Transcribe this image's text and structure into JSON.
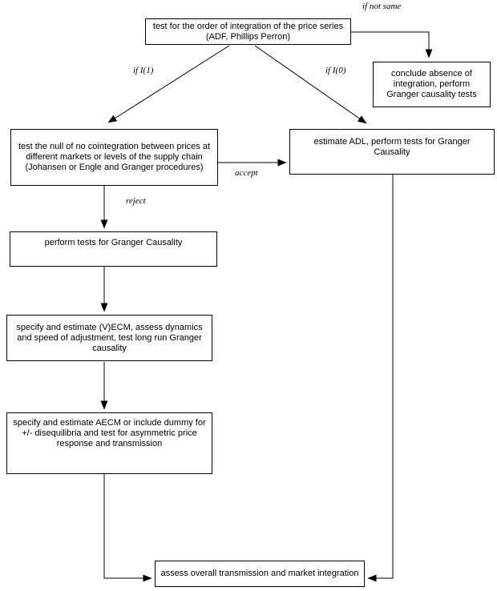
{
  "diagram": {
    "nodes": {
      "test_order": "test for the order of integration of the price series (ADF, Phillips Perron)",
      "conclude_absence": "conclude absence of integration, perform Granger causality tests",
      "test_null": "test the null of no cointegration between prices at different markets or levels of the supply chain (Johansen or Engle and Granger procedures)",
      "estimate_adl": "estimate ADL, perform tests for Granger Causality",
      "granger_tests": "perform tests for Granger Causality",
      "vecm": "specify and estimate (V)ECM, assess dynamics and speed of adjustment, test long run Granger causality",
      "aecm": "specify and estimate AECM or include dummy for +/- disequilibria and test for asymmetric price response and transmission",
      "assess": "assess overall transmission and market integration"
    },
    "edge_labels": {
      "if_not_same": "if not same",
      "if_i1": "if I(1)",
      "if_i0": "if I(0)",
      "accept": "accept",
      "reject": "reject"
    },
    "colors": {
      "line": "#000000",
      "box_border": "#000000",
      "background": "#ffffff"
    }
  }
}
